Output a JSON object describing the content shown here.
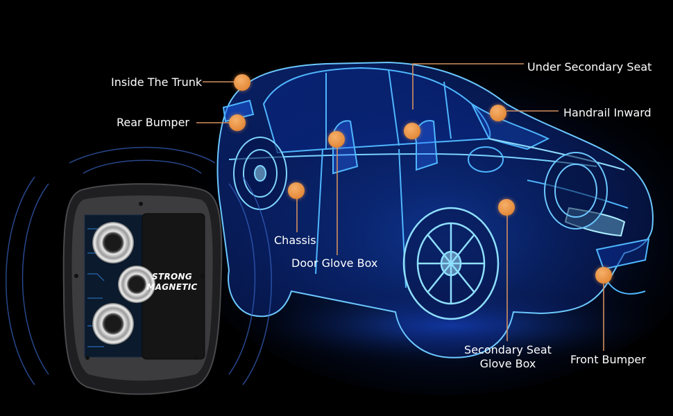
{
  "callouts": {
    "inside_trunk": "Inside The Trunk",
    "rear_bumper": "Rear Bumper",
    "under_secondary_seat": "Under Secondary Seat",
    "handrail_inward": "Handrail Inward",
    "chassis": "Chassis",
    "door_glove_box": "Door Glove Box",
    "secondary_seat_glove_box_line1": "Secondary Seat",
    "secondary_seat_glove_box_line2": "Glove Box",
    "front_bumper": "Front Bumper"
  },
  "device": {
    "line1": "STRONG",
    "line2": "MAGNETIC"
  },
  "colors": {
    "background": "#000000",
    "car_wireframe": "#2a8cff",
    "car_glow": "#5fd0ff",
    "marker": "#e48a3a",
    "leader_line": "#c98a55",
    "device_body": "#2b2b2d"
  }
}
